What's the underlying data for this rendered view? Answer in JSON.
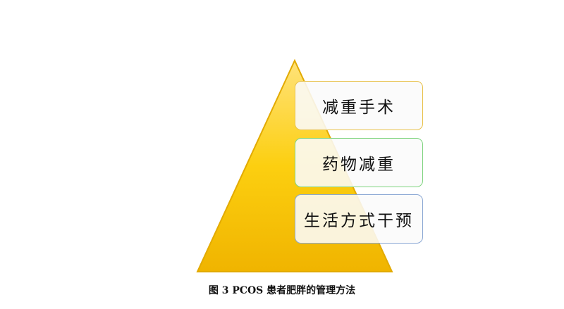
{
  "levels": [
    {
      "label": "减重手术",
      "border": "#e8c14a"
    },
    {
      "label": "药物减重",
      "border": "#7fd47f"
    },
    {
      "label": "生活方式干预",
      "border": "#8aa7d4"
    }
  ],
  "pyramid_color": "#f5c400",
  "caption": "图 3 PCOS  患者肥胖的管理方法"
}
